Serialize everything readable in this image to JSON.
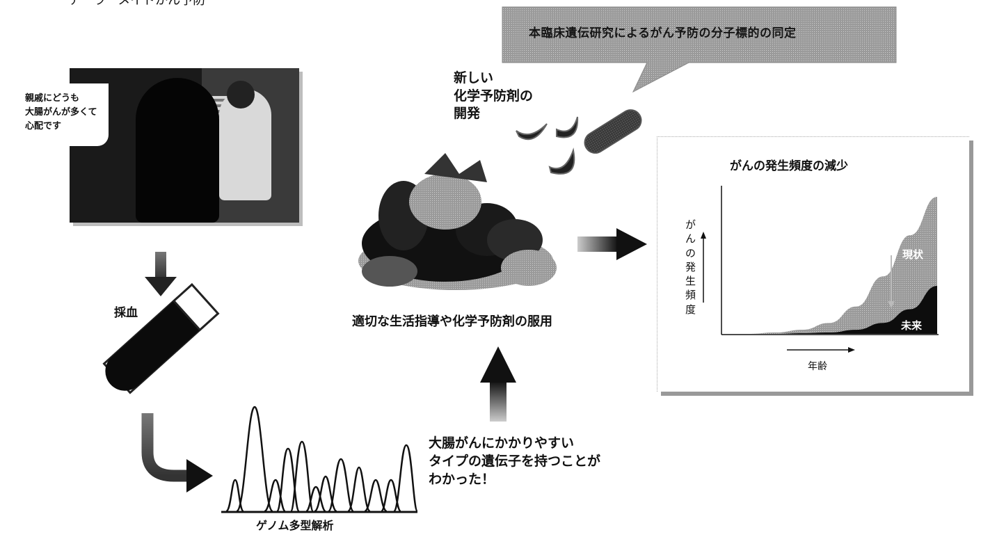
{
  "header": {
    "title": "テーラーメイドがん予防"
  },
  "speech_bubble": {
    "text": "本臨床遺伝研究によるがん予防の分子標的の同定"
  },
  "consultation": {
    "patient_quote": "親戚にどうも\n大腸がんが多くて\n心配です"
  },
  "blood_sampling": {
    "label": "採血"
  },
  "genome": {
    "label": "ゲノム多型解析"
  },
  "result": {
    "text": "大腸がんにかかりやすい\nタイプの遺伝子を持つことが\nわかった！"
  },
  "prevention": {
    "new_drug": "新しい\n化学予防剤の\n開発",
    "caption": "適切な生活指導や化学予防剤の服用"
  },
  "chart_data": {
    "type": "area",
    "title": "がんの発生頻度の減少",
    "ylabel": "がんの発生頻度",
    "xlabel": "年齢",
    "series": [
      {
        "name": "現状",
        "values": [
          0,
          0,
          0.01,
          0.03,
          0.08,
          0.2,
          0.42,
          0.72,
          1.0
        ]
      },
      {
        "name": "未来",
        "values": [
          0,
          0,
          0,
          0.005,
          0.01,
          0.03,
          0.08,
          0.18,
          0.35
        ]
      }
    ],
    "x": [
      0,
      1,
      2,
      3,
      4,
      5,
      6,
      7,
      8
    ]
  },
  "colors": {
    "dark": "#2b2b2b",
    "gray": "#8a8a8a",
    "black": "#0d0d0d"
  }
}
